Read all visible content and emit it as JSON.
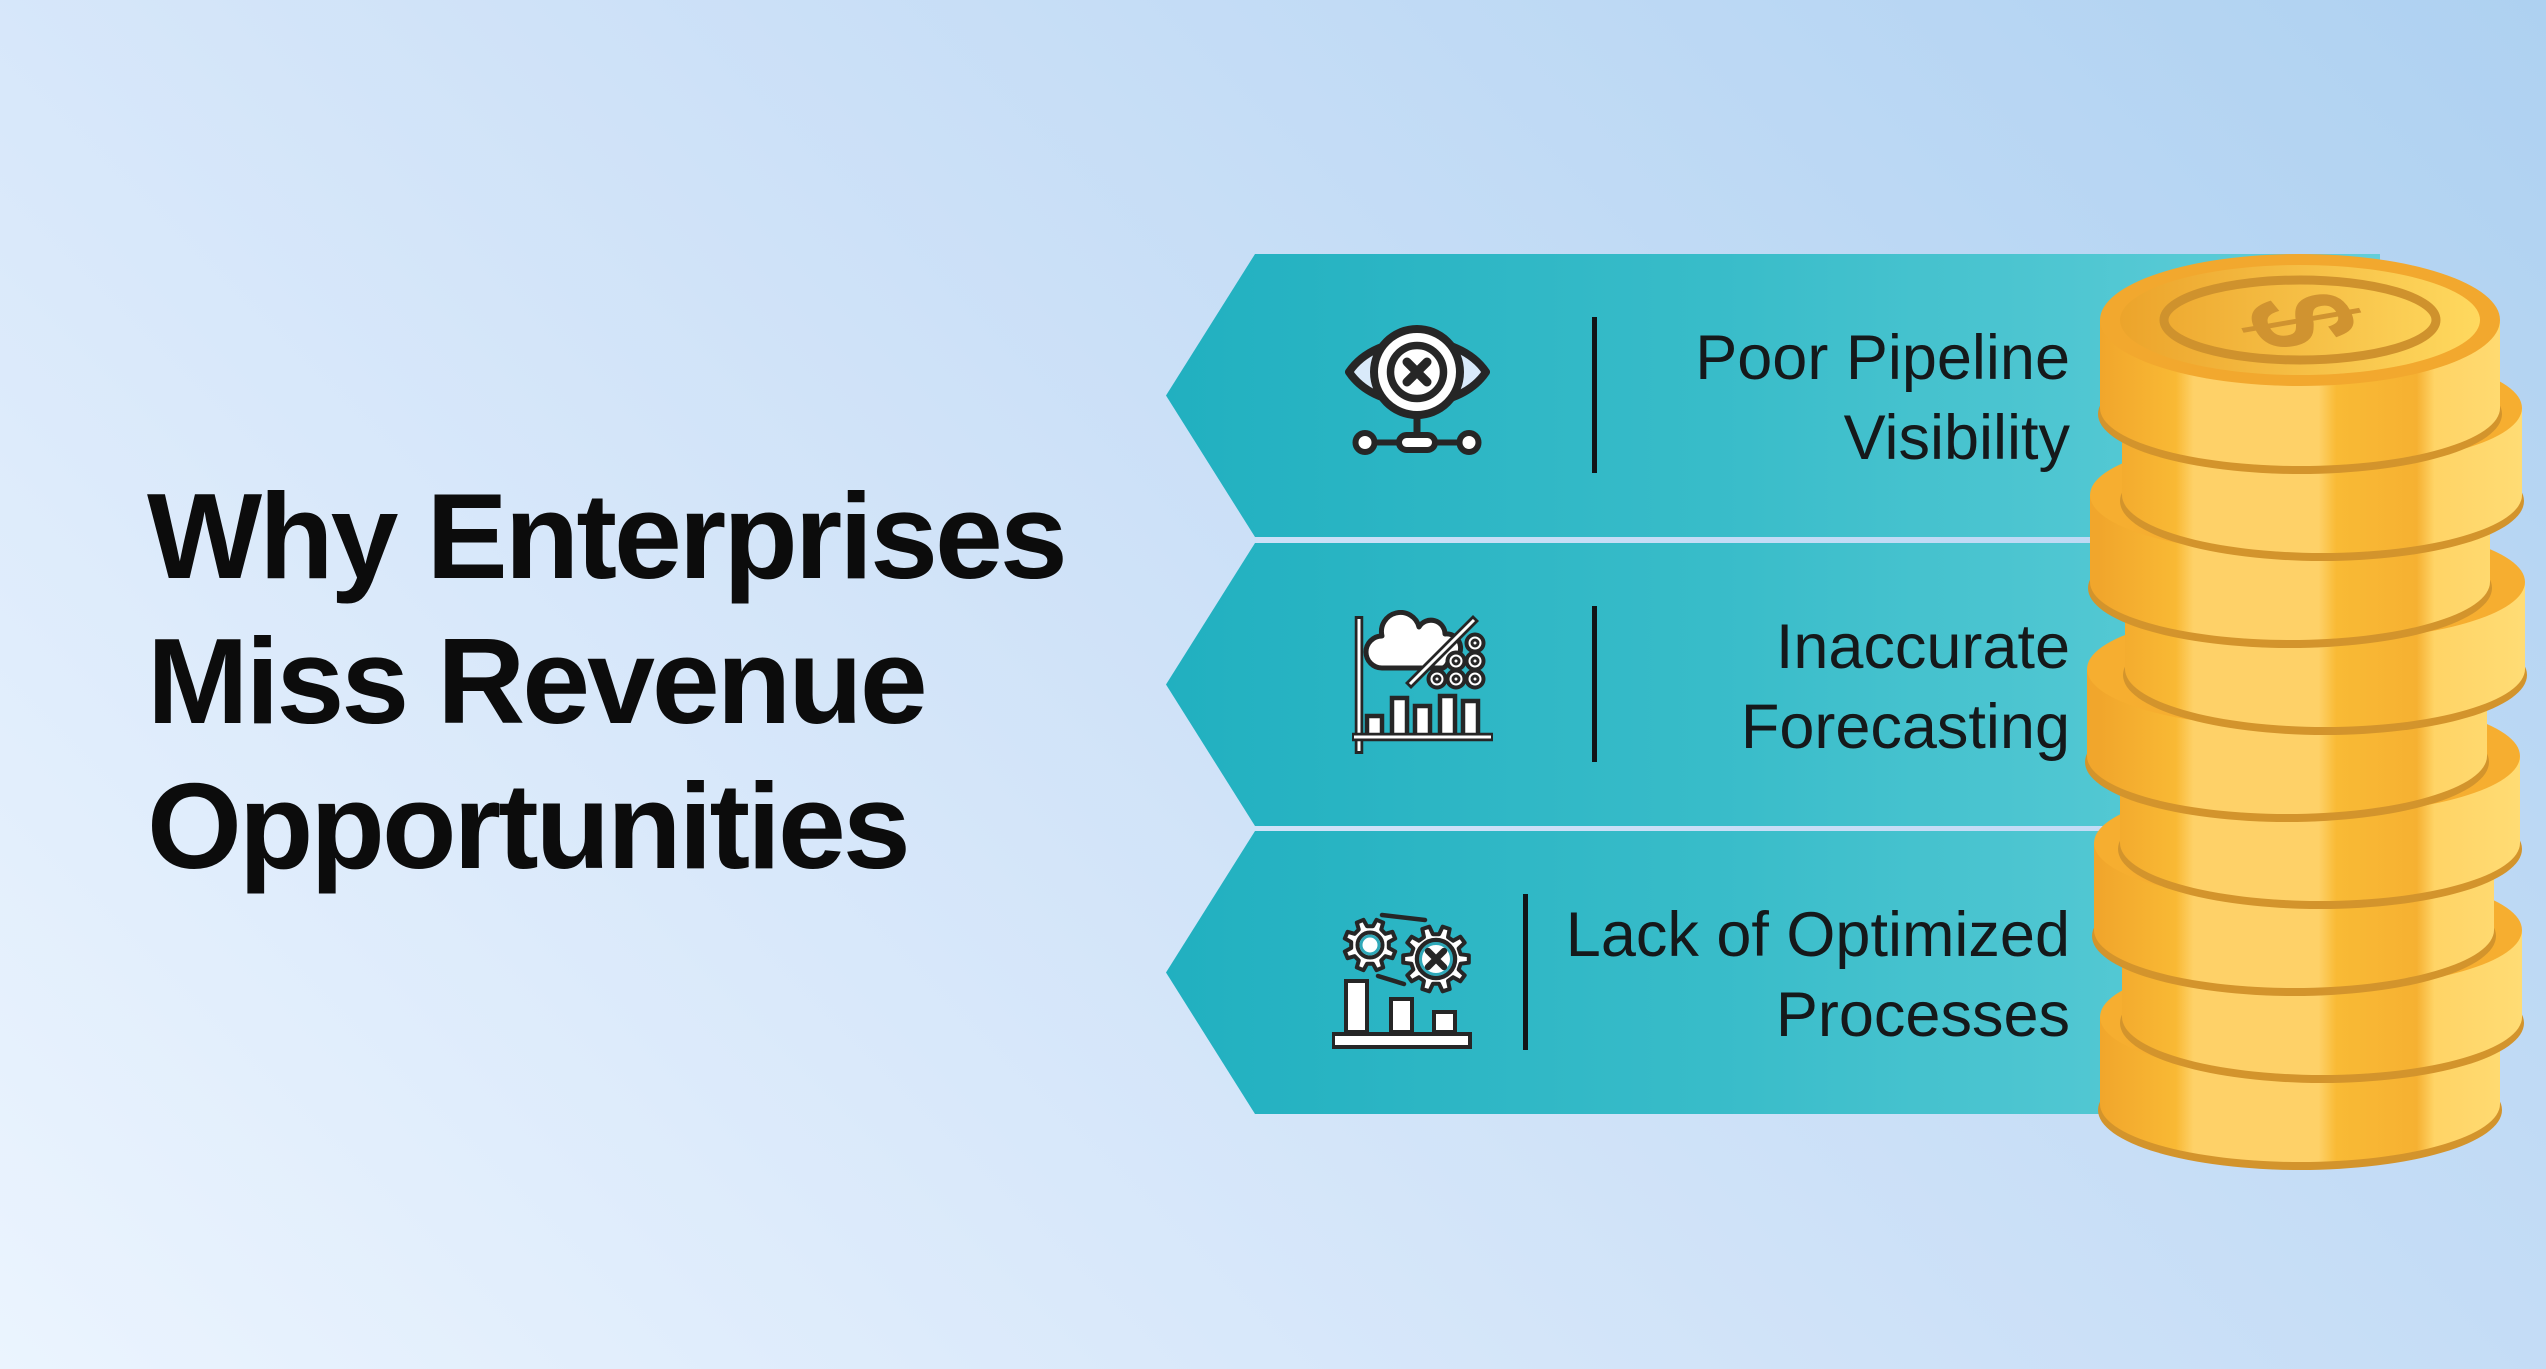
{
  "title": {
    "lines": [
      "Why Enterprises",
      "Miss Revenue",
      "Opportunities"
    ]
  },
  "banners": [
    {
      "icon": "crossed-eye-pipeline-icon",
      "label_lines": [
        "Poor Pipeline",
        "Visibility"
      ]
    },
    {
      "icon": "rain-cloud-forecast-chart-icon",
      "label_lines": [
        "Inaccurate",
        "Forecasting"
      ]
    },
    {
      "icon": "broken-gears-declining-chart-icon",
      "label_lines": [
        "Lack of Optimized",
        "Processes"
      ]
    }
  ],
  "illustration": {
    "name": "stack-of-gold-coins",
    "currency_symbol": "$",
    "coin_count": 9
  },
  "colors": {
    "background_top_right": "#aed1f1",
    "background_bottom_left": "#ebf4fe",
    "banner_teal_dark": "#21b0c0",
    "banner_teal_light": "#63ced8",
    "title_text": "#0c0c0c",
    "banner_text": "#15191b",
    "separator": "#111417",
    "coin_gold": "#fbbc37",
    "coin_gold_dark": "#d3942c",
    "coin_highlight": "#fed168",
    "icon_stroke": "#262626",
    "icon_accent_teal": "#2fa9b9"
  }
}
